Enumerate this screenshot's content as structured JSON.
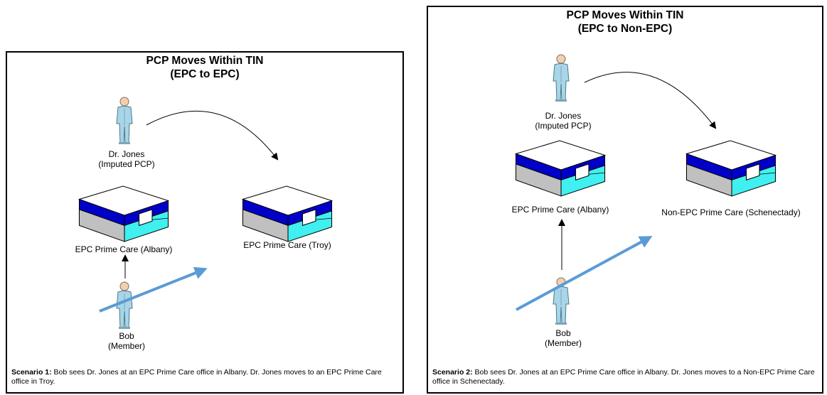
{
  "scenario1": {
    "title_line1": "PCP Moves Within TIN",
    "title_line2": "(EPC to EPC)",
    "doctor_name": "Dr. Jones",
    "doctor_role": "(Imputed PCP)",
    "office_from": "EPC Prime Care (Albany)",
    "office_to": "EPC Prime Care (Troy)",
    "member_name": "Bob",
    "member_role": "(Member)",
    "caption_bold": "Scenario 1:",
    "caption_text": " Bob sees Dr. Jones at an EPC Prime Care office in Albany. Dr. Jones moves to an EPC Prime Care office in Troy."
  },
  "scenario2": {
    "title_line1": "PCP Moves Within TIN",
    "title_line2": "(EPC to Non-EPC)",
    "doctor_name": "Dr. Jones",
    "doctor_role": "(Imputed PCP)",
    "office_from": "EPC Prime Care (Albany)",
    "office_to": "Non-EPC Prime Care (Schenectady)",
    "member_name": "Bob",
    "member_role": "(Member)",
    "caption_bold": "Scenario 2:",
    "caption_text": " Bob sees Dr. Jones at an EPC Prime Care office in Albany. Dr. Jones moves to a Non-EPC Prime Care office in Schenectady."
  },
  "colors": {
    "person_fill": "#a9d5e8",
    "building_blue": "#0000c8",
    "building_cyan": "#40f0f0",
    "building_gray": "#c0c0c0",
    "highlight_arrow": "#5b9bd5"
  }
}
